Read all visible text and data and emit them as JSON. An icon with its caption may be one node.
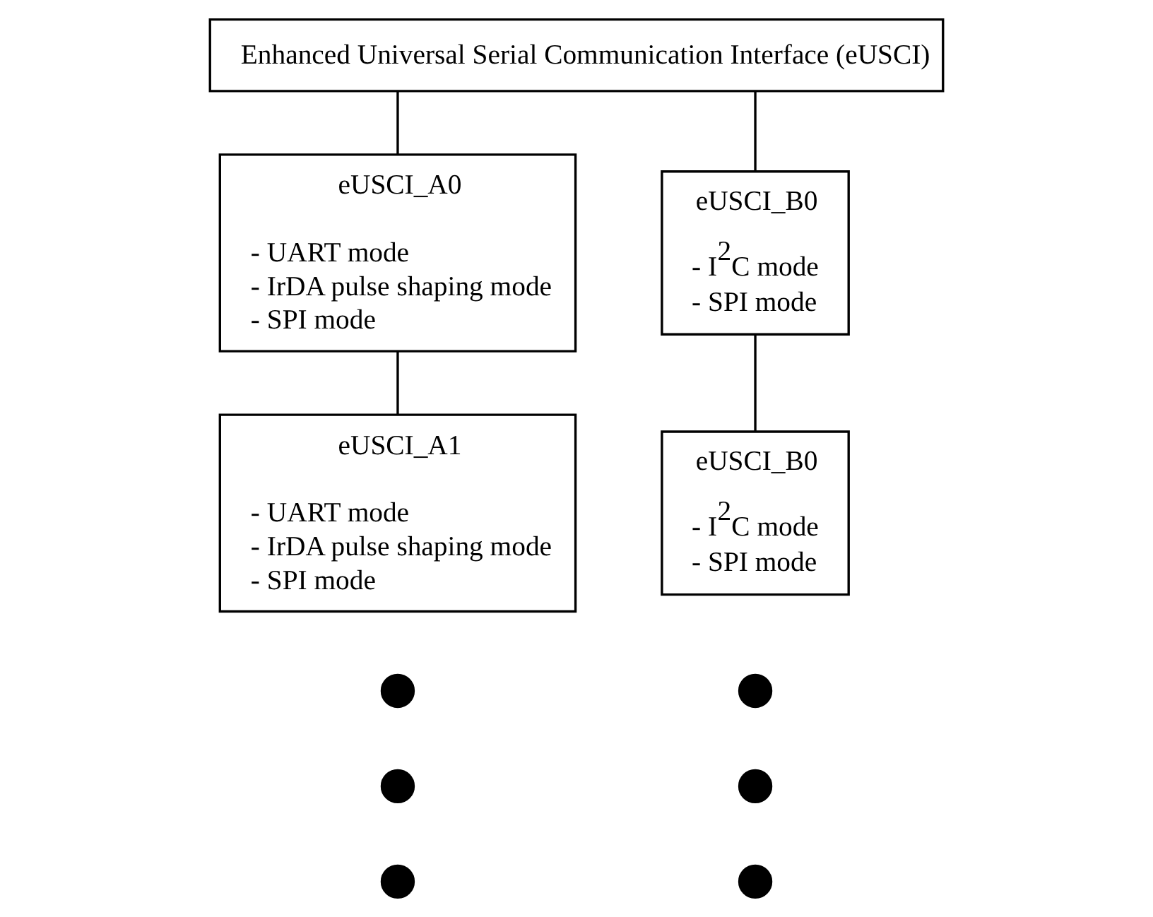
{
  "diagram": {
    "nodes": [
      {
        "text": [
          "Enhanced Universal Serial Communication Interface (eUSCI)"
        ]
      },
      {
        "text": [
          "eUSCI_A0",
          "- UART mode",
          "- IrDA pulse shaping mode",
          "- SPI mode"
        ]
      },
      {
        "text": [
          "eUSCI_B0",
          "- I$^{2}$C mode",
          "- SPI mode"
        ]
      },
      {
        "text": [
          "eUSCI_A1",
          "- UART mode",
          "- IrDA pulse shaping mode",
          "- SPI mode"
        ]
      },
      {
        "text": [
          "eUSCI_B0",
          "- I$^{2}$C mode",
          "- SPI mode"
        ]
      },
      {
        "text": [],
        "shape": "circle"
      },
      {
        "text": [],
        "shape": "circle"
      },
      {
        "text": [],
        "shape": "circle"
      },
      {
        "text": [],
        "shape": "circle"
      },
      {
        "text": [],
        "shape": "circle"
      },
      {
        "text": [],
        "shape": "circle"
      }
    ],
    "edges": [
      {
        "from": 0,
        "to": 1,
        "arrow": "none"
      },
      {
        "from": 0,
        "to": 2,
        "arrow": "none"
      },
      {
        "from": 1,
        "to": 3,
        "arrow": "none"
      },
      {
        "from": 2,
        "to": 4,
        "arrow": "none"
      }
    ]
  }
}
